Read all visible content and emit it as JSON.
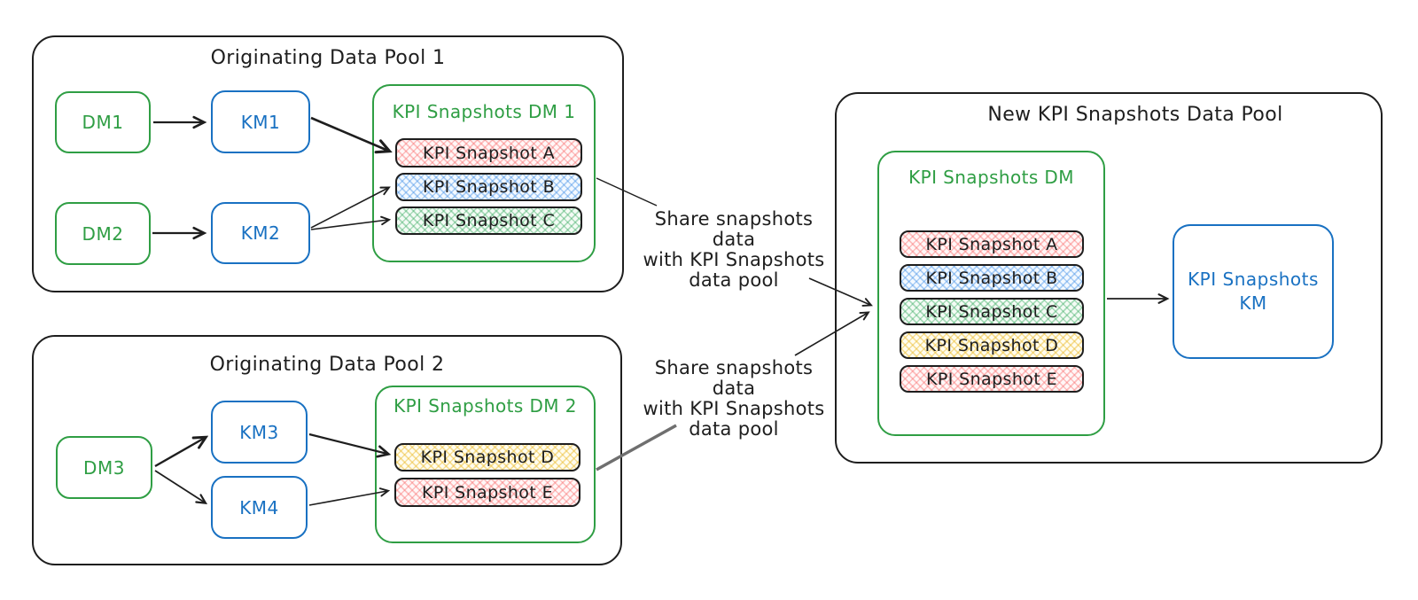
{
  "colors": {
    "stroke_black": "#1e1e1e",
    "stroke_green": "#2f9e44",
    "stroke_blue": "#1971c2",
    "line_gray": "#6f6f6f",
    "fill_red": "#ffc9c9",
    "fill_blue": "#a5d8ff",
    "fill_green": "#b2f2bb",
    "fill_yellow": "#ffec99"
  },
  "pool1": {
    "title": "Originating Data Pool 1",
    "dm1": "DM1",
    "km1": "KM1",
    "dm2": "DM2",
    "km2": "KM2",
    "container_title": "KPI Snapshots DM 1",
    "snapshots": [
      {
        "label": "KPI Snapshot A",
        "color": "red"
      },
      {
        "label": "KPI Snapshot B",
        "color": "blue"
      },
      {
        "label": "KPI Snapshot C",
        "color": "green"
      }
    ]
  },
  "pool2": {
    "title": "Originating Data Pool 2",
    "dm3": "DM3",
    "km3": "KM3",
    "km4": "KM4",
    "container_title": "KPI Snapshots DM 2",
    "snapshots": [
      {
        "label": "KPI Snapshot D",
        "color": "yellow"
      },
      {
        "label": "KPI Snapshot E",
        "color": "red"
      }
    ]
  },
  "new_pool": {
    "title": "New KPI Snapshots Data Pool",
    "container_title": "KPI Snapshots DM",
    "snapshots": [
      {
        "label": "KPI Snapshot A",
        "color": "red"
      },
      {
        "label": "KPI Snapshot B",
        "color": "blue"
      },
      {
        "label": "KPI Snapshot C",
        "color": "green"
      },
      {
        "label": "KPI Snapshot D",
        "color": "yellow"
      },
      {
        "label": "KPI Snapshot E",
        "color": "red"
      }
    ],
    "km_line1": "KPI Snapshots",
    "km_line2": "KM"
  },
  "annotations": {
    "share1": [
      "Share snapshots data",
      "with KPI Snapshots",
      "data pool"
    ],
    "share2": [
      "Share snapshots data",
      "with KPI Snapshots",
      "data pool"
    ]
  }
}
